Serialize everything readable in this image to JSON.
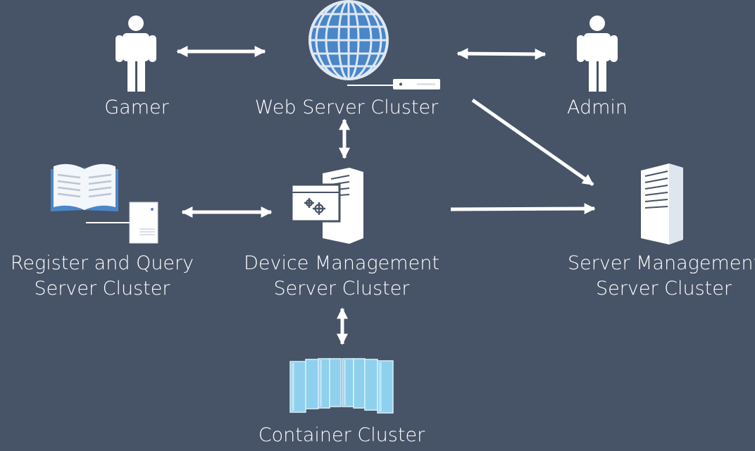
{
  "colors": {
    "background": "#475366",
    "foreground": "#ffffff",
    "globe": "#4a86c8",
    "container": "#8fd0ee"
  },
  "nodes": {
    "gamer": {
      "label": "Gamer",
      "icon": "person-icon"
    },
    "admin": {
      "label": "Admin",
      "icon": "person-icon"
    },
    "web": {
      "label": "Web Server Cluster",
      "icon": "globe-server-icon"
    },
    "register": {
      "line1": "Register and Query",
      "line2": "Server Cluster",
      "icon": "book-server-icon"
    },
    "device": {
      "line1": "Device Management",
      "line2": "Server Cluster",
      "icon": "gear-server-icon"
    },
    "servermgmt": {
      "line1": "Server Management",
      "line2": "Server Cluster",
      "icon": "server-tower-icon"
    },
    "container": {
      "label": "Container Cluster",
      "icon": "container-rack-icon"
    }
  },
  "edges": [
    {
      "from": "Gamer",
      "to": "Web Server Cluster",
      "direction": "both"
    },
    {
      "from": "Web Server Cluster",
      "to": "Admin",
      "direction": "both"
    },
    {
      "from": "Web Server Cluster",
      "to": "Device Management Server Cluster",
      "direction": "both"
    },
    {
      "from": "Register and Query Server Cluster",
      "to": "Device Management Server Cluster",
      "direction": "both"
    },
    {
      "from": "Web Server Cluster",
      "to": "Server Management Server Cluster",
      "direction": "forward"
    },
    {
      "from": "Device Management Server Cluster",
      "to": "Server Management Server Cluster",
      "direction": "forward"
    },
    {
      "from": "Device Management Server Cluster",
      "to": "Container Cluster",
      "direction": "both"
    }
  ]
}
